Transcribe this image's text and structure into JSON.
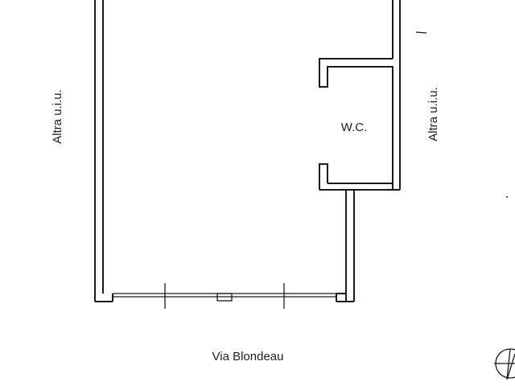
{
  "plan": {
    "rooms": [
      {
        "id": "wc",
        "label": "W.C."
      }
    ],
    "adjacent": {
      "left": "Altra u.i.u.",
      "right": "Altra u.i.u."
    },
    "street": "Via Blondeau",
    "icons": [
      "north-arrow-icon"
    ]
  }
}
